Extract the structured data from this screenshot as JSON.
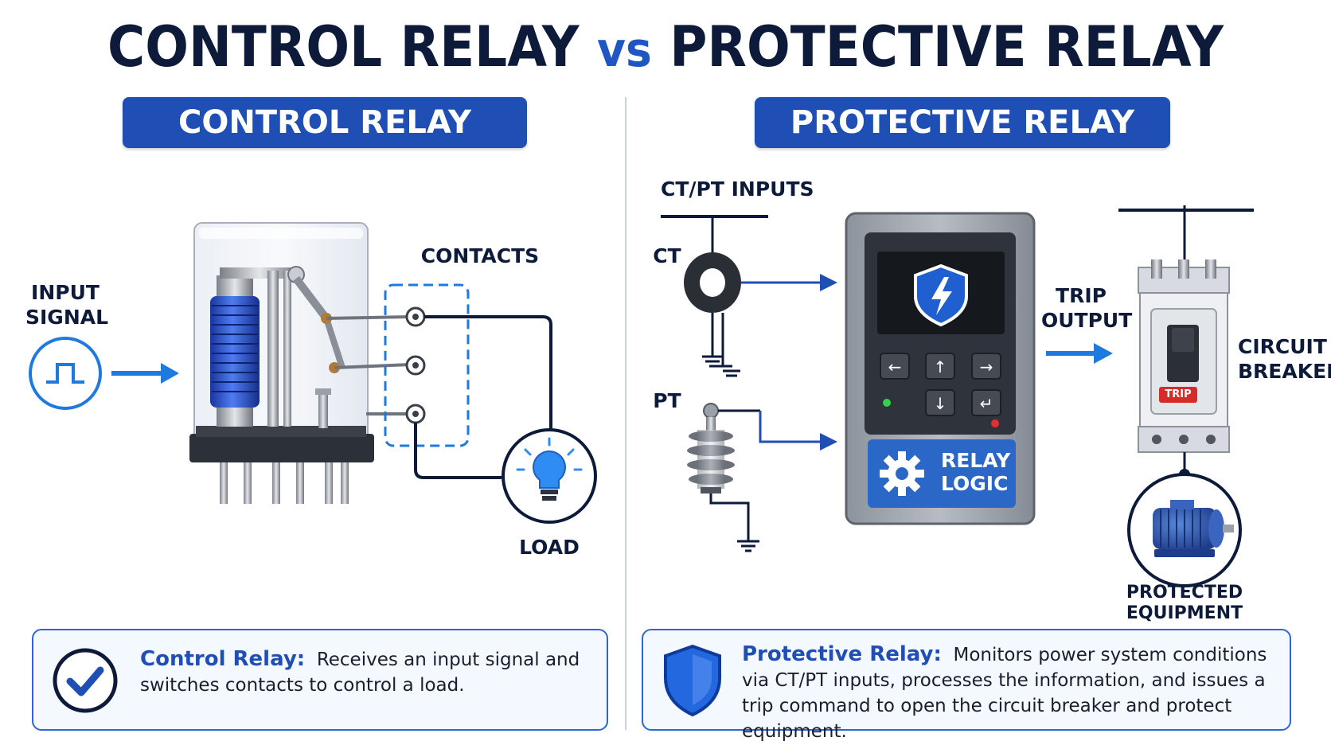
{
  "title": {
    "left": "CONTROL RELAY",
    "vs": "vs",
    "right": "PROTECTIVE RELAY"
  },
  "control": {
    "header": "CONTROL RELAY",
    "input_signal_1": "INPUT",
    "input_signal_2": "SIGNAL",
    "contacts_label": "CONTACTS",
    "load_label": "LOAD",
    "description_lead": "Control Relay:",
    "description_body": "Receives an input signal and switches contacts to control a load."
  },
  "protective": {
    "header": "PROTECTIVE RELAY",
    "ctpt_inputs_label": "CT/PT INPUTS",
    "ct_label": "CT",
    "pt_label": "PT",
    "trip_output_1": "TRIP",
    "trip_output_2": "OUTPUT",
    "circuit_breaker_1": "CIRCUIT",
    "circuit_breaker_2": "BREAKER",
    "trip_button_label": "TRIP",
    "relay_logic_1": "RELAY",
    "relay_logic_2": "LOGIC",
    "protected_equipment_1": "PROTECTED",
    "protected_equipment_2": "EQUIPMENT",
    "description_lead": "Protective Relay:",
    "description_body": "Monitors power system conditions via CT/PT inputs, processes the information, and issues a trip command to open the circuit breaker and protect equipment."
  },
  "colors": {
    "navy": "#0d1a3a",
    "accent_blue": "#1f4fb5",
    "arrow_blue": "#1f7ae0",
    "coil_blue": "#2447b8"
  },
  "icons": [
    "pulse-icon",
    "lightbulb-icon",
    "shield-bolt-icon",
    "gear-icon",
    "checkmark-icon",
    "shield-icon",
    "motor-icon",
    "ground-icon"
  ]
}
